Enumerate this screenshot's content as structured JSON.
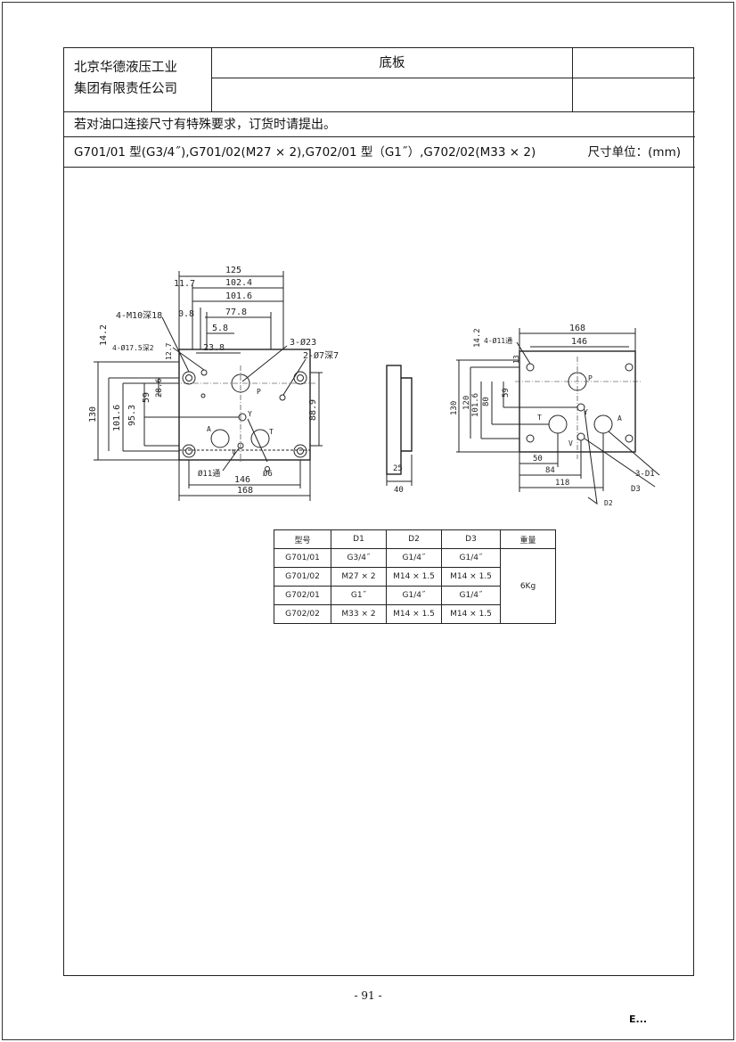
{
  "header": {
    "company_line1": "北京华德液压工业",
    "company_line2": "集团有限责任公司",
    "title": "底板"
  },
  "note": "若对油口连接尺寸有特殊要求，订货时请提出。",
  "model_line": "G701/01 型(G3/4˝),G701/02(M27 × 2),G702/01 型（G1˝）,G702/02(M33 × 2)",
  "units_label": "尺寸单位：(mm)",
  "drawing_left": {
    "dims_top": [
      "125",
      "102.4",
      "101.6",
      "77.8",
      "5.8",
      "23.8"
    ],
    "dim_11_7": "11.7",
    "dim_0_8": "0.8",
    "label_m10": "4-M10深18",
    "label_phi17": "4-Ø17.5深2",
    "label_3phi23": "3-Ø23",
    "label_2phi7": "2-Ø7深7",
    "dims_left": [
      "14.2",
      "12.7",
      "28.6",
      "59",
      "95.3",
      "101.6",
      "130"
    ],
    "dim_88_9": "88.9",
    "ports": [
      "P",
      "Y",
      "A",
      "T",
      "V"
    ],
    "label_phi11": "Ø11通",
    "label_phi6": "Ø6",
    "dims_bottom": [
      "146",
      "168"
    ]
  },
  "drawing_side": {
    "dims_bottom": [
      "25",
      "40"
    ]
  },
  "drawing_right": {
    "dims_top": [
      "168",
      "146"
    ],
    "label_phi11": "4-Ø11通",
    "dims_left": [
      "14.2",
      "13",
      "59",
      "80",
      "101.6",
      "120",
      "130"
    ],
    "ports": [
      "P",
      "Y",
      "A",
      "T",
      "V"
    ],
    "label_3d1": "3-D1",
    "label_d3": "D3",
    "label_d2": "D2",
    "dims_bottom": [
      "50",
      "84",
      "118"
    ]
  },
  "spec_table": {
    "headers": [
      "型号",
      "D1",
      "D2",
      "D3",
      "重量"
    ],
    "rows": [
      [
        "G701/01",
        "G3/4˝",
        "G1/4˝",
        "G1/4˝"
      ],
      [
        "G701/02",
        "M27 × 2",
        "M14 × 1.5",
        "M14 × 1.5"
      ],
      [
        "G702/01",
        "G1˝",
        "G1/4˝",
        "G1/4˝"
      ],
      [
        "G702/02",
        "M33 × 2",
        "M14 × 1.5",
        "M14 × 1.5"
      ]
    ],
    "weight": "6Kg"
  },
  "page_number": "- 91 -",
  "corner_mark": "E..."
}
